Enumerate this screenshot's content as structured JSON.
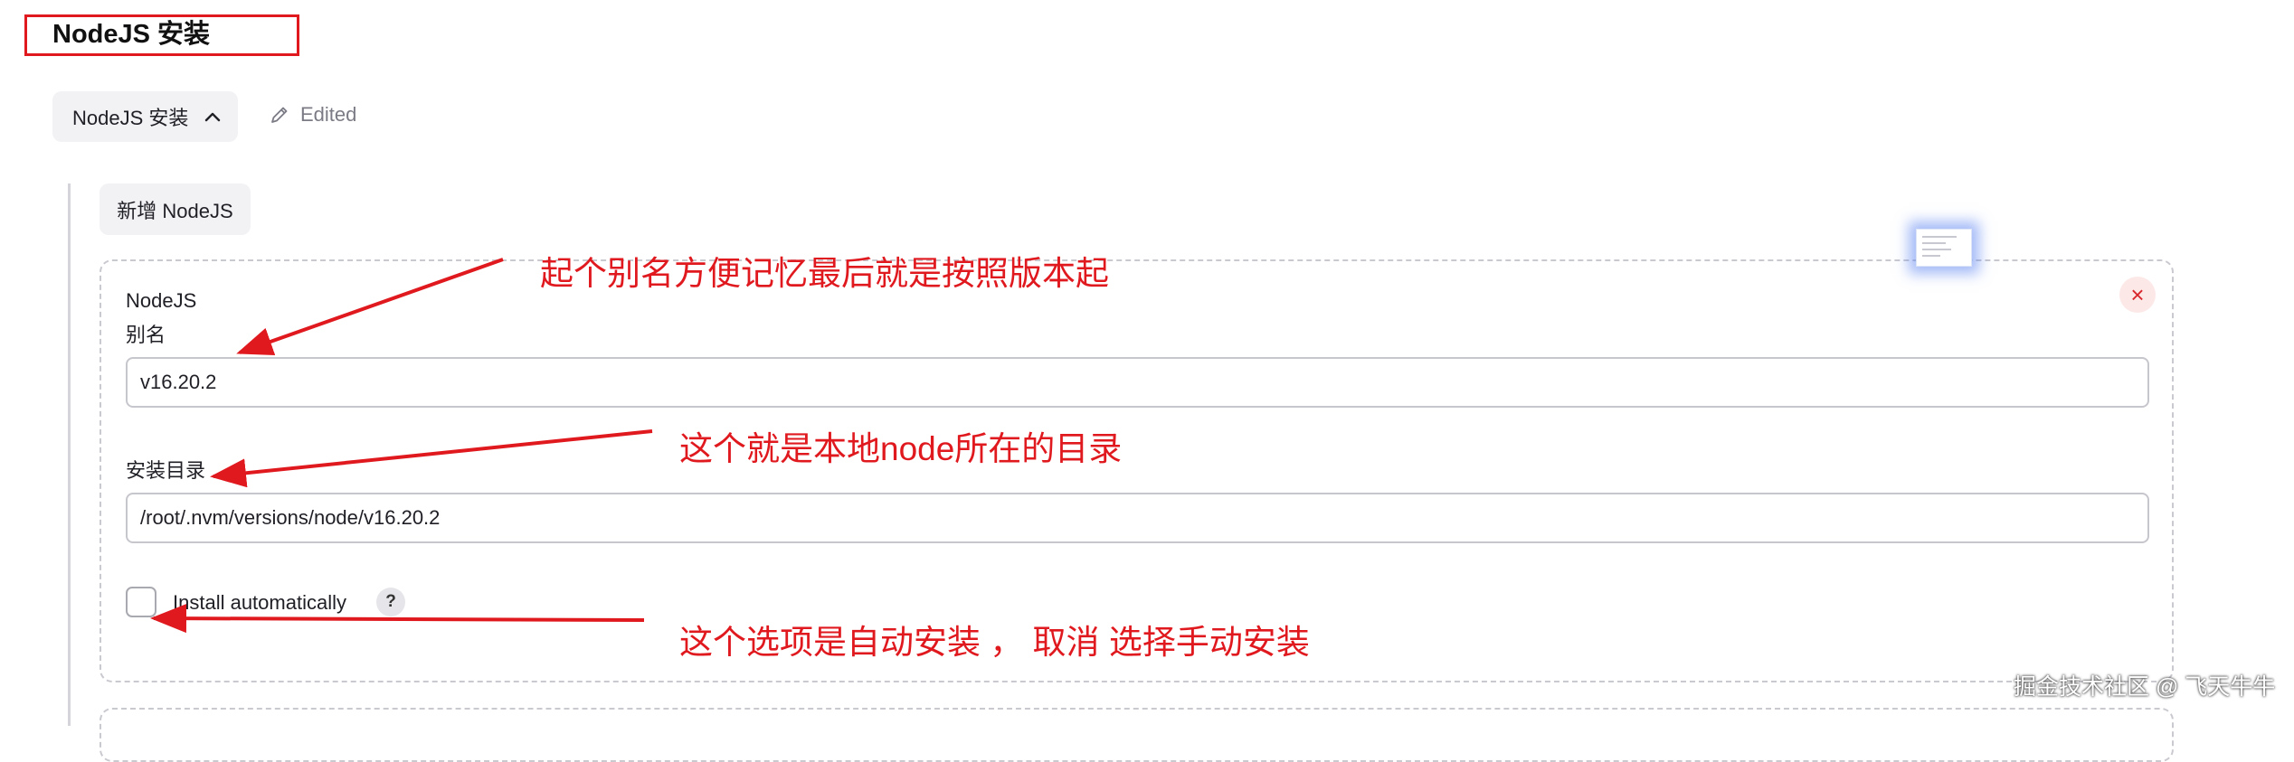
{
  "header": {
    "title": "NodeJS 安装"
  },
  "section": {
    "toggle_label": "NodeJS 安装",
    "status_text": "Edited",
    "add_button_label": "新增 NodeJS"
  },
  "installation": {
    "name_label_line1": "NodeJS",
    "name_label_line2": "别名",
    "name_value": "v16.20.2",
    "home_label": "安装目录",
    "home_value": "/root/.nvm/versions/node/v16.20.2",
    "auto_install_label": "Install automatically",
    "auto_install_checked": false,
    "help_glyph": "?",
    "delete_glyph": "×"
  },
  "annotations": {
    "alias_note": "起个别名方便记忆最后就是按照版本起",
    "home_note": "这个就是本地node所在的目录",
    "auto_install_note": "这个选项是自动安装 ， 取消 选择手动安装",
    "color": "#e0191f"
  },
  "watermark": "掘金技术社区 @ 飞天牛牛",
  "icons": {
    "toggle": "chevron-up-icon",
    "status": "pencil-icon",
    "help": "question-icon",
    "delete": "close-icon"
  }
}
